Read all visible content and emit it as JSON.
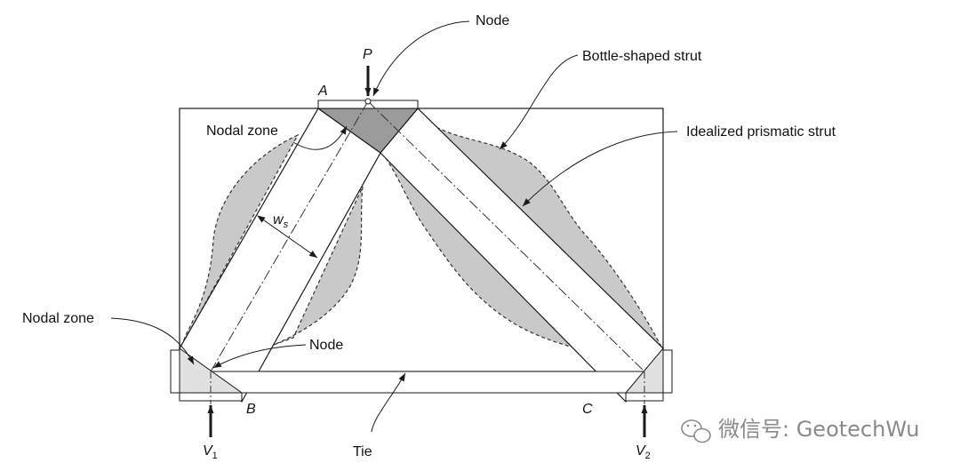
{
  "labels": {
    "node_top": "Node",
    "load": "P",
    "point_a": "A",
    "bottle_strut": "Bottle-shaped strut",
    "nodal_zone_top": "Nodal  zone",
    "idealized_strut": "Idealized prismatic strut",
    "strut_width_main": "w",
    "strut_width_sub": "s",
    "nodal_zone_left": "Nodal zone",
    "node_bottom": "Node",
    "point_b": "B",
    "point_c": "C",
    "reaction_left_main": "V",
    "reaction_left_sub": "1",
    "tie": "Tie",
    "reaction_right_main": "V",
    "reaction_right_sub": "2"
  },
  "watermark": {
    "text": "微信号: GeotechWu",
    "icon": "wechat-icon"
  },
  "colors": {
    "line": "#1a1a1a",
    "bottle_fill": "#c9c9c9",
    "nodal_dark": "#9b9b9b",
    "nodal_light": "#e1e1e1",
    "watermark": "#8a8a8a"
  }
}
